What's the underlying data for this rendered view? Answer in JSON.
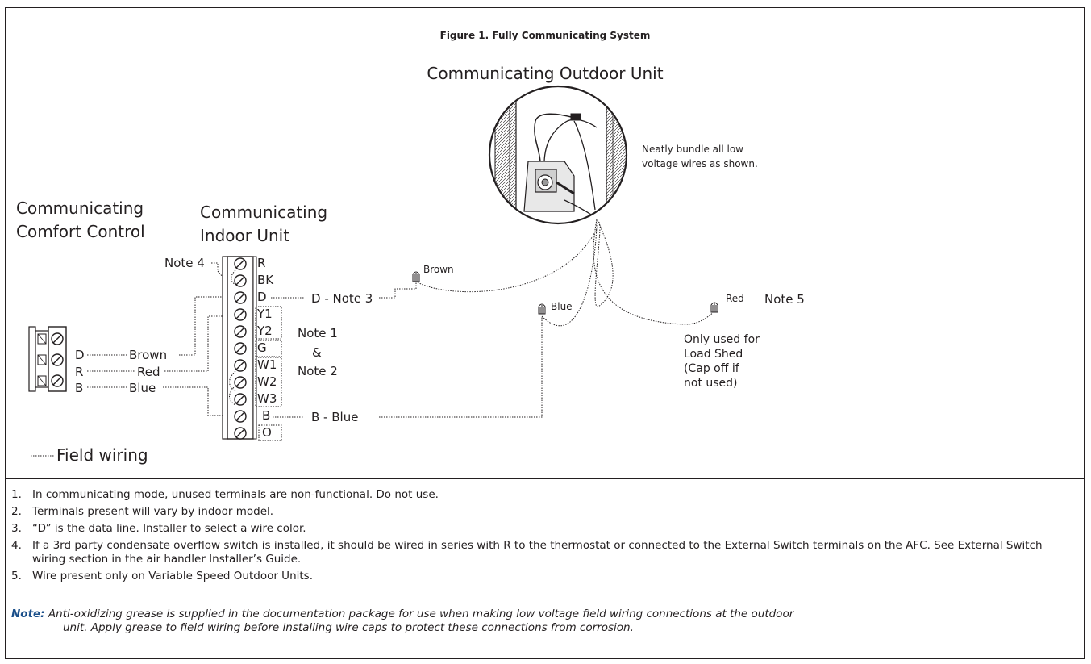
{
  "figure": {
    "caption": "Figure 1.   Fully Communicating System",
    "outdoor_title": "Communicating Outdoor Unit",
    "bundle_note_line1": "Neatly bundle all low",
    "bundle_note_line2": "voltage wires as shown."
  },
  "comfort_control": {
    "title_line1": "Communicating",
    "title_line2": "Comfort Control",
    "terminals": [
      "D",
      "R",
      "B"
    ]
  },
  "indoor_unit": {
    "title_line1": "Communicating",
    "title_line2": "Indoor Unit",
    "terminals": [
      "R",
      "BK",
      "D",
      "Y1",
      "Y2",
      "G",
      "W1",
      "W2",
      "W3",
      "B",
      "O"
    ]
  },
  "wires": {
    "brown": "Brown",
    "red": "Red",
    "blue": "Blue",
    "note4": "Note 4",
    "d_note3": "D - Note 3",
    "b_blue": "B - Blue",
    "note1": "Note 1",
    "amp": "&",
    "note2": "Note 2",
    "outdoor_brown": "Brown",
    "outdoor_blue": "Blue",
    "outdoor_red": "Red",
    "note5": "Note 5",
    "load_shed_1": "Only used for",
    "load_shed_2": "Load Shed",
    "load_shed_3": "(Cap off if",
    "load_shed_4": "not used)"
  },
  "legend": {
    "field_wiring": "Field wiring"
  },
  "notes": [
    {
      "num": "1.",
      "text": "In communicating mode, unused terminals are non-functional. Do not use."
    },
    {
      "num": "2.",
      "text": "Terminals present will vary by indoor model."
    },
    {
      "num": "3.",
      "text": "“D” is the data line. Installer to select a wire color."
    },
    {
      "num": "4.",
      "text": "If a 3rd party condensate overflow switch is installed, it should be wired in series with R to the thermostat or connected to the External Switch terminals on the AFC. See External Switch wiring section in the air handler Installer’s Guide."
    },
    {
      "num": "5.",
      "text": "Wire present only on Variable Speed Outdoor Units."
    }
  ],
  "footnote": {
    "label": "Note:",
    "line1": "Anti-oxidizing grease is supplied in the documentation package for use when making low voltage field wiring connections at the outdoor",
    "line2": "unit.  Apply grease to field wiring before installing wire caps to protect these connections from corrosion."
  },
  "colors": {
    "ink": "#231f20",
    "note_label": "#1a4f8a"
  }
}
